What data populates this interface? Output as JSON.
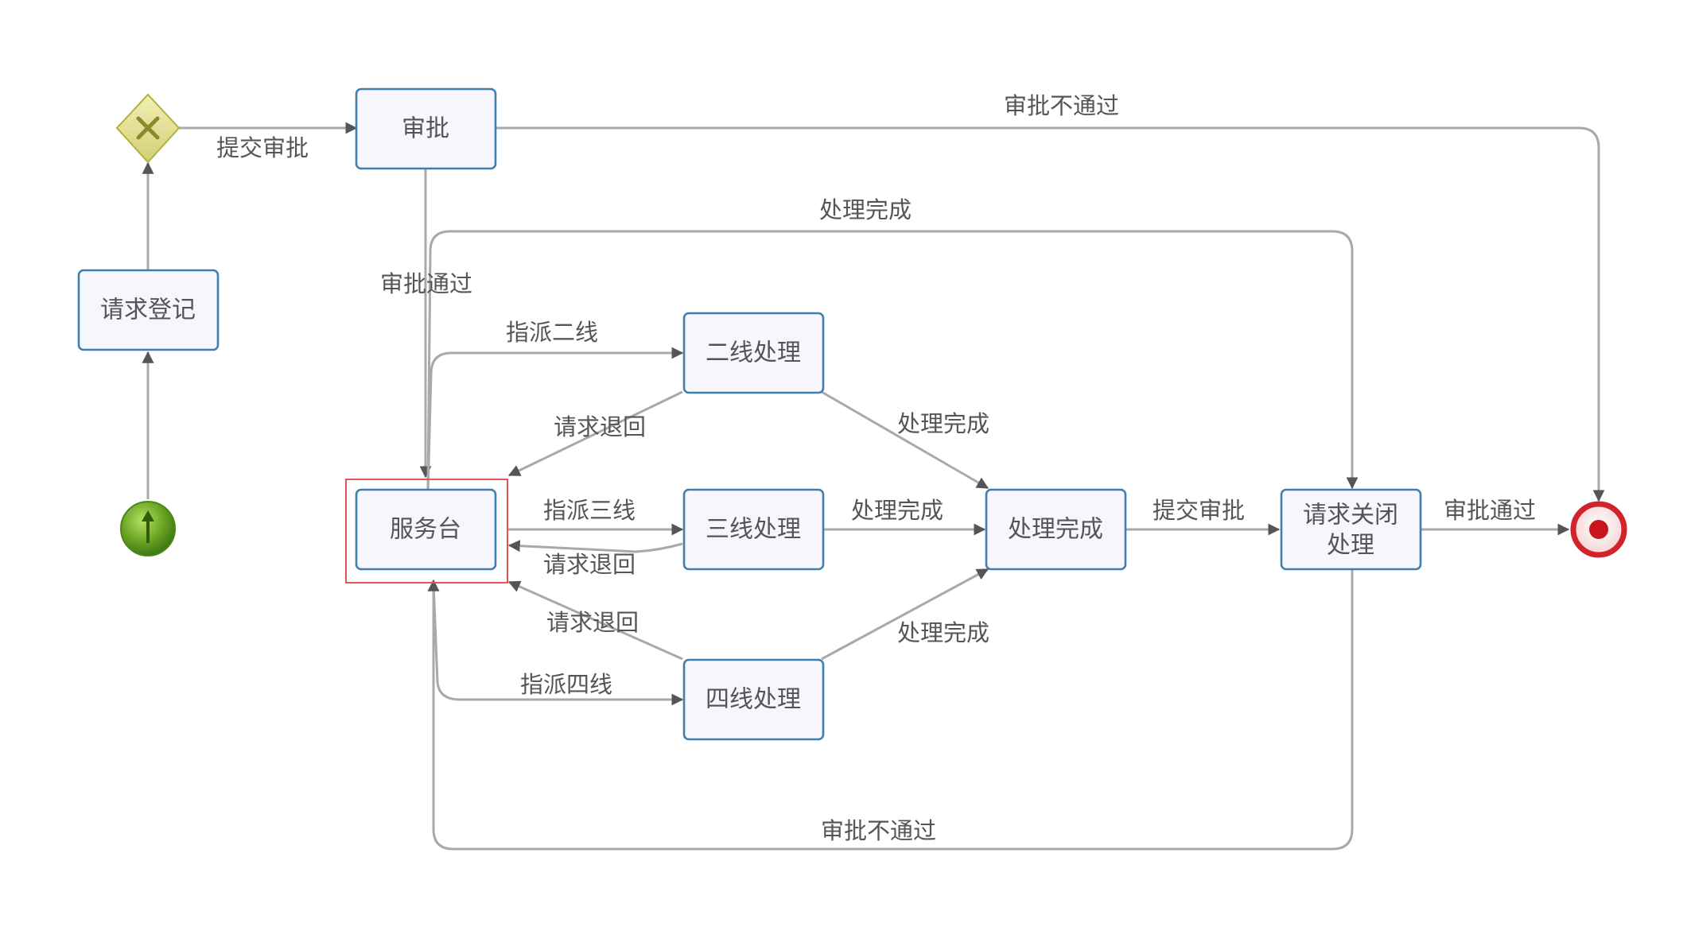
{
  "nodes": {
    "request_register": "请求登记",
    "approval": "审批",
    "service_desk": "服务台",
    "line2": "二线处理",
    "line3": "三线处理",
    "line4": "四线处理",
    "done": "处理完成",
    "close_line1": "请求关闭",
    "close_line2": "处理"
  },
  "edges": {
    "submit_approval_top": "提交审批",
    "approval_rejected_top": "审批不通过",
    "process_done_top": "处理完成",
    "approval_passed_left": "审批通过",
    "assign_line2": "指派二线",
    "return_from_line2": "请求退回",
    "line2_done": "处理完成",
    "assign_line3": "指派三线",
    "line3_done": "处理完成",
    "return_from_line3": "请求退回",
    "submit_approval_right": "提交审批",
    "approval_passed_right": "审批通过",
    "return_from_line4": "请求退回",
    "line4_done": "处理完成",
    "assign_line4": "指派四线",
    "approval_rejected_bottom": "审批不通过"
  },
  "colors": {
    "node_fill": "#f5f7fc",
    "node_border": "#3f7fb0",
    "edge": "#a9a9a9",
    "gateway": "#d9d68a",
    "start": "#6aa424",
    "end": "#d2232a",
    "selection": "#e05555"
  },
  "icons": {
    "gateway": "exclusive-gateway-x-icon",
    "start": "start-event-arrow-up-icon",
    "end": "end-event-target-icon"
  }
}
